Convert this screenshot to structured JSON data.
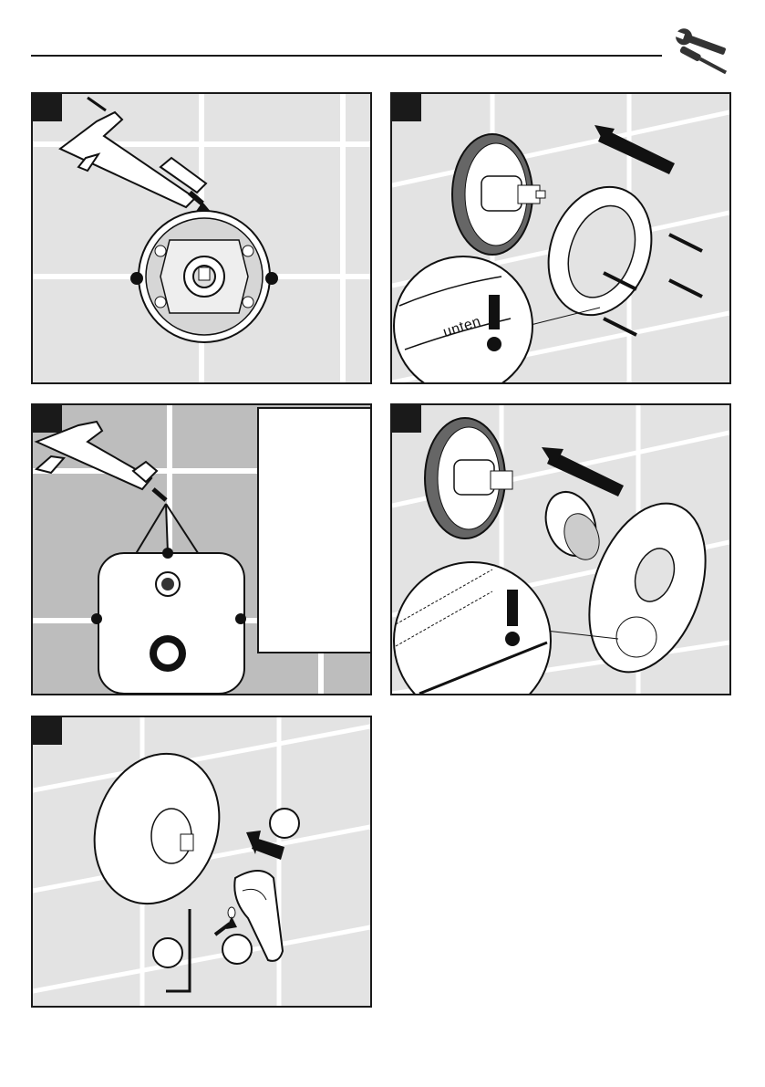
{
  "page": {
    "header_icon": "wrench-screwdriver-icon"
  },
  "steps": [
    {
      "id": 1,
      "icons": [
        "caulk-gun-icon",
        "rough-in-valve-icon"
      ]
    },
    {
      "id": 2,
      "icons": [
        "valve-body-icon",
        "mounting-plate-icon",
        "screw-icon",
        "arrow-icon",
        "magnifier-icon",
        "warning-icon"
      ],
      "callout_label": "unten"
    },
    {
      "id": 3,
      "icons": [
        "caulk-gun-icon",
        "square-plate-icon"
      ]
    },
    {
      "id": 4,
      "icons": [
        "valve-body-icon",
        "sleeve-icon",
        "escutcheon-icon",
        "arrow-icon",
        "magnifier-icon",
        "warning-icon"
      ]
    },
    {
      "id": 5,
      "icons": [
        "escutcheon-icon",
        "lever-handle-icon",
        "hex-key-icon",
        "set-screw-icon",
        "arrow-icon"
      ]
    }
  ],
  "colors": {
    "ink": "#1a1a1a",
    "tile": "#e3e3e3",
    "tile_dark": "#bdbdbd",
    "grout": "#ffffff"
  }
}
